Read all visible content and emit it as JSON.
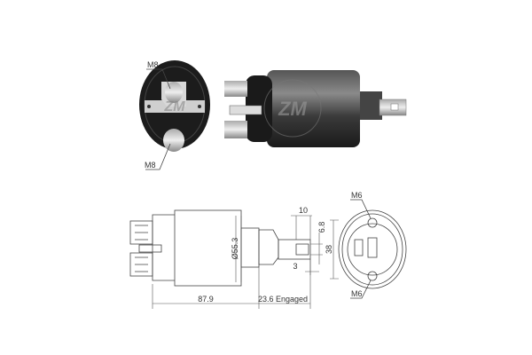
{
  "photo": {
    "terminal_top_label": "M8",
    "terminal_bottom_label": "M8",
    "watermark": "ZM"
  },
  "drawing": {
    "diameter_label": "Ø55.3",
    "length_label": "87.9",
    "engaged_label": "23.6 Engaged",
    "slot_offset_label": "10",
    "slot_width_label": "6.8",
    "tab_thickness_label": "3",
    "mount_spacing_label": "38",
    "mount_top_label": "M6",
    "mount_bottom_label": "M6"
  }
}
